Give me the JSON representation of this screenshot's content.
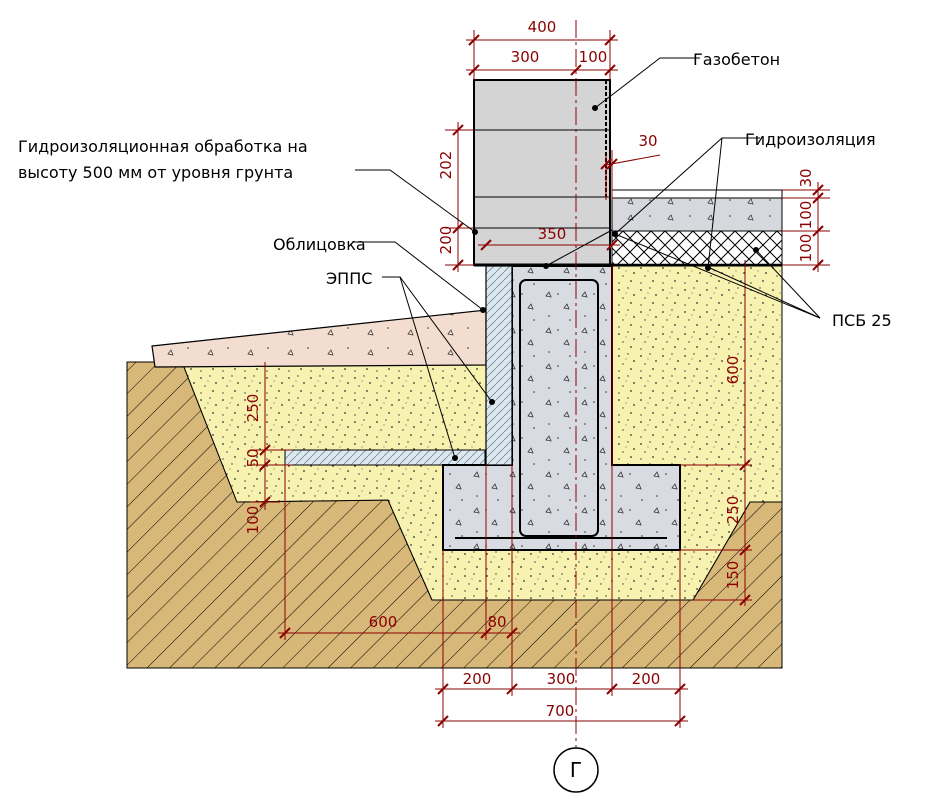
{
  "labels": {
    "gazobeton": "Газобетон",
    "hydro_treat_line1": "Гидроизоляционная обработка на",
    "hydro_treat_line2": "высоту 500 мм от уровня грунта",
    "gidroizolyatsiya": "Гидроизоляция",
    "oblitsovka": "Облицовка",
    "epps": "ЭППС",
    "psb": "ПСБ 25",
    "axis": "Г"
  },
  "dimensions": {
    "d400": "400",
    "d300_top": "300",
    "d100_top": "100",
    "d30": "30",
    "d202": "202",
    "d200_left": "200",
    "d350": "350",
    "d30_right": "30",
    "d100_right_a": "100",
    "d100_right_b": "100",
    "d600_right": "600",
    "d250_right": "250",
    "d150_right": "150",
    "d250_left": "250",
    "d50_left": "50",
    "d100_left": "100",
    "d600_bottom": "600",
    "d80": "80",
    "d200_a": "200",
    "d300_bottom": "300",
    "d200_b": "200",
    "d700": "700"
  },
  "colors": {
    "soil": "#d8b878",
    "sand": "#f7f2b0",
    "concrete": "#d9dbe3",
    "block": "#d4d4d4",
    "insulation": "#dce8ef",
    "paving": "#f3ddd0",
    "dimension": "#8b0000"
  }
}
